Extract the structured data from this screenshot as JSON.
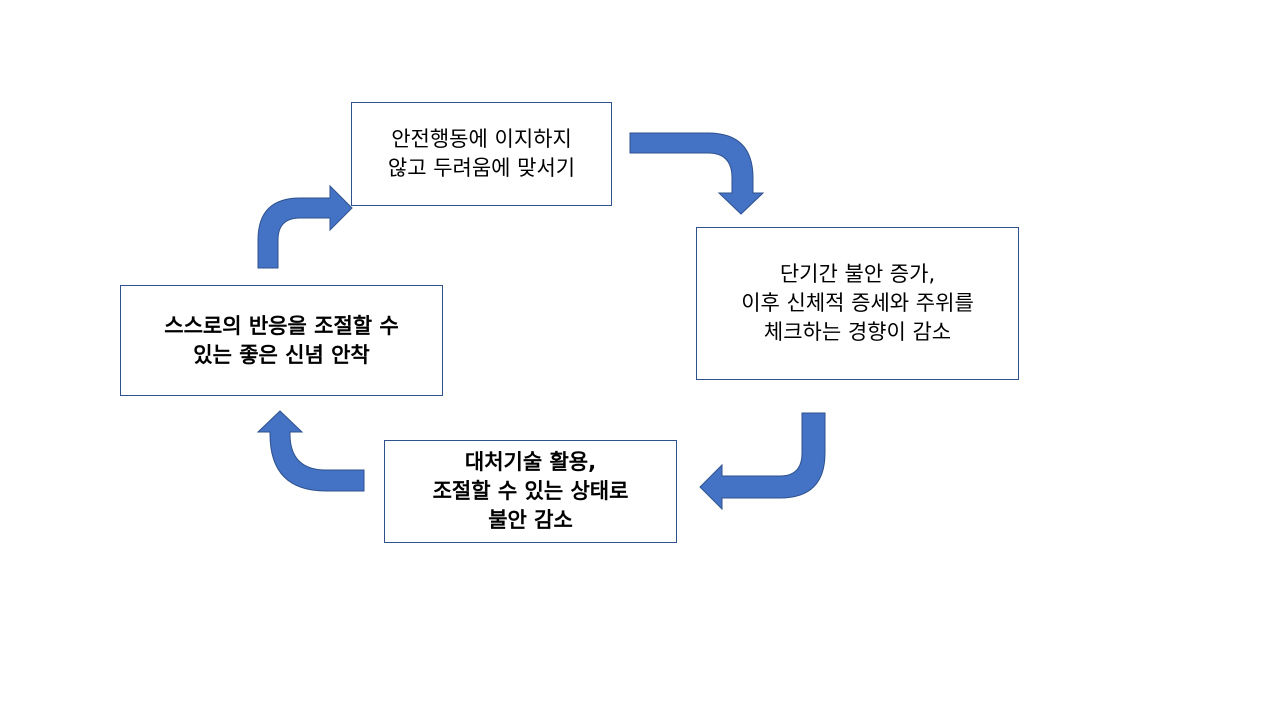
{
  "colors": {
    "arrow_fill": "#4472c4",
    "arrow_stroke": "#2f528f",
    "box_border": "#2f528f"
  },
  "nodes": {
    "top": {
      "line1": "안전행동에 이지하지",
      "line2": "않고 두려움에 맞서기"
    },
    "right": {
      "line1": "단기간 불안 증가,",
      "line2": "이후 신체적 증세와 주위를",
      "line3": "체크하는 경향이 감소"
    },
    "bottom": {
      "line1": "대처기술 활용,",
      "line2": "조절할 수 있는 상태로",
      "line3": "불안 감소"
    },
    "left": {
      "line1": "스스로의 반응을 조절할 수",
      "line2": "있는 좋은 신념 안착"
    }
  }
}
